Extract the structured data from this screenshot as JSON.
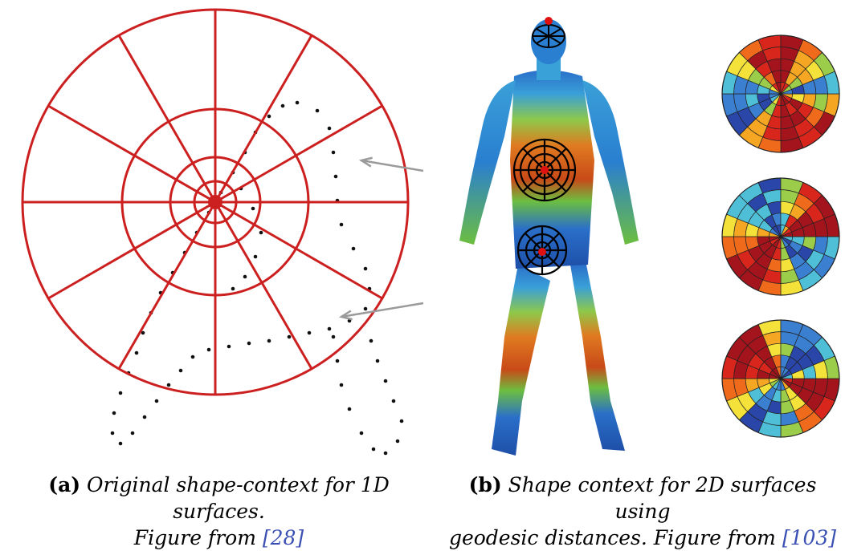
{
  "caption_a": {
    "label": "(a)",
    "line1": "Original shape-context for 1D surfaces.",
    "line2_prefix": "Figure from ",
    "ref_open": "[",
    "ref": "28",
    "ref_close": "]"
  },
  "caption_b": {
    "label": "(b)",
    "line1": "Shape context for 2D surfaces using",
    "line2_prefix": "geodesic distances. Figure from ",
    "ref_open": "[",
    "ref": "103",
    "ref_close": "]"
  },
  "colors": {
    "polar_grid": "#cc2020",
    "arrows": "#9a9a9a",
    "reference_link": "#3b50b3"
  }
}
